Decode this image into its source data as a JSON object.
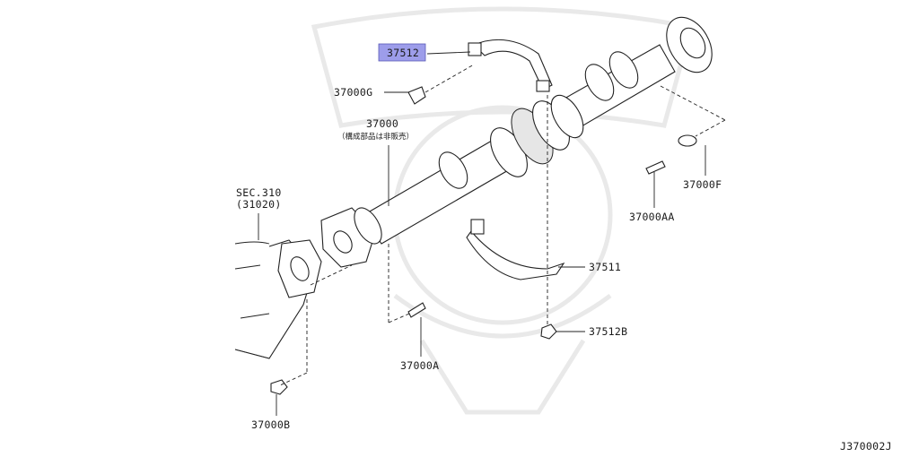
{
  "diagram": {
    "code": "J370002J",
    "highlight_color": "#9d9dea",
    "parts": [
      {
        "id": "p37512",
        "label": "37512",
        "highlighted": true
      },
      {
        "id": "p37000G",
        "label": "37000G"
      },
      {
        "id": "p37000",
        "label": "37000",
        "note": "（構成部品は非販売）"
      },
      {
        "id": "pSEC",
        "label": "SEC.310",
        "note": "(31020)"
      },
      {
        "id": "p37000F",
        "label": "37000F"
      },
      {
        "id": "p37000AA",
        "label": "37000AA"
      },
      {
        "id": "p37511",
        "label": "37511"
      },
      {
        "id": "p37512B",
        "label": "37512B"
      },
      {
        "id": "p37000A",
        "label": "37000A"
      },
      {
        "id": "p37000B",
        "label": "37000B"
      }
    ]
  }
}
